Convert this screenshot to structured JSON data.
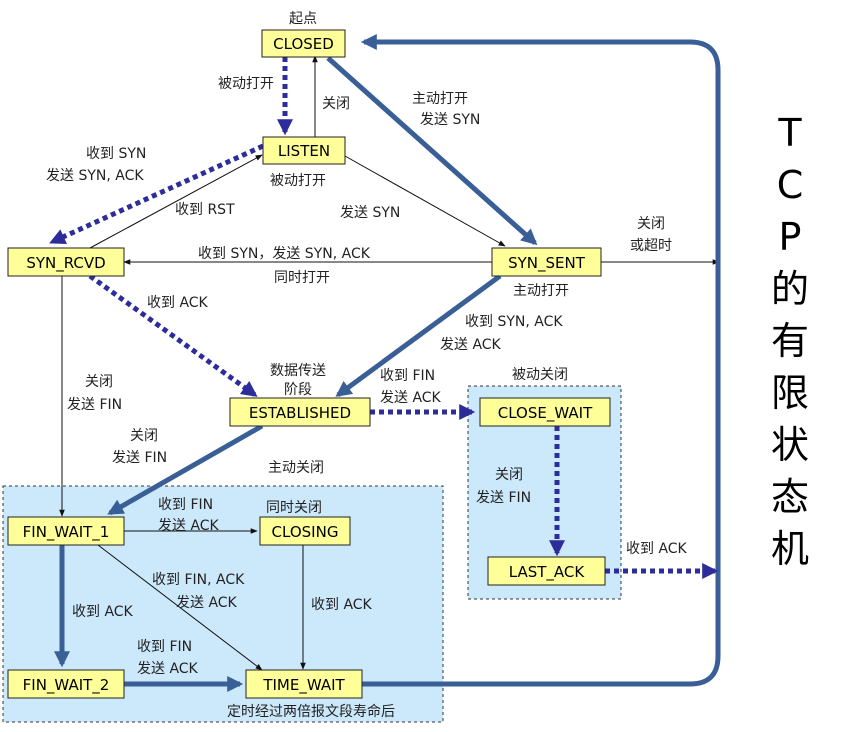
{
  "states": {
    "closed": "CLOSED",
    "listen": "LISTEN",
    "syn_rcvd": "SYN_RCVD",
    "syn_sent": "SYN_SENT",
    "established": "ESTABLISHED",
    "close_wait": "CLOSE_WAIT",
    "last_ack": "LAST_ACK",
    "fin_wait_1": "FIN_WAIT_1",
    "closing": "CLOSING",
    "fin_wait_2": "FIN_WAIT_2",
    "time_wait": "TIME_WAIT"
  },
  "labels": {
    "start": "起点",
    "passive_open_1": "被动打开",
    "close_1": "关闭",
    "active_open_1": "主动打开",
    "send_syn_1": "发送 SYN",
    "recv_syn": "收到 SYN",
    "send_syn_ack": "发送 SYN, ACK",
    "passive_open_2": "被动打开",
    "recv_rst": "收到 RST",
    "send_syn_2": "发送 SYN",
    "close_or_timeout_1": "关闭",
    "close_or_timeout_2": "或超时",
    "simul_syn": "收到 SYN，发送 SYN, ACK",
    "simul_open": "同时打开",
    "active_open_2": "主动打开",
    "recv_ack_1": "收到 ACK",
    "recv_syn_ack_1": "收到 SYN, ACK",
    "recv_syn_ack_2": "发送 ACK",
    "data_transfer_1": "数据传送",
    "data_transfer_2": "阶段",
    "recv_fin_1": "收到 FIN",
    "send_ack_1": "发送 ACK",
    "passive_close": "被动关闭",
    "close_2": "关闭",
    "send_fin_1": "发送 FIN",
    "close_3": "关闭",
    "send_fin_2": "发送 FIN",
    "close_4": "关闭",
    "send_fin_3": "发送 FIN",
    "recv_ack_2": "收到 ACK",
    "active_close": "主动关闭",
    "recv_fin_2": "收到 FIN",
    "send_ack_2": "发送 ACK",
    "simul_close": "同时关闭",
    "recv_fin_ack_1": "收到 FIN, ACK",
    "recv_fin_ack_2": "发送 ACK",
    "recv_ack_3": "收到 ACK",
    "recv_ack_4": "收到 ACK",
    "recv_fin_3": "收到 FIN",
    "send_ack_3": "发送 ACK",
    "timeout_2msl": "定时经过两倍报文段寿命后"
  },
  "side_title": [
    "T",
    "C",
    "P",
    "的",
    "有",
    "限",
    "状",
    "态",
    "机"
  ]
}
